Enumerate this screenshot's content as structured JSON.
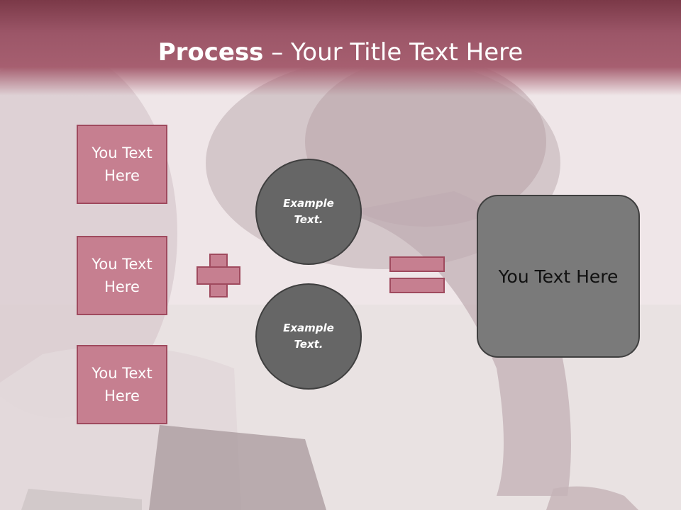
{
  "slide": {
    "title_bold": "Process",
    "title_rest": " – Your Title Text Here",
    "boxes": [
      "You Text Here",
      "You Text Here",
      "You Text Here"
    ],
    "circles": [
      "Example Text.",
      "Example Text."
    ],
    "result": "You Text Here"
  },
  "colors": {
    "header": "#a65f70",
    "box_fill": "#c67f90",
    "box_border": "#9f4a5e",
    "circle_fill": "#666666",
    "result_fill": "#7a7a7a"
  }
}
